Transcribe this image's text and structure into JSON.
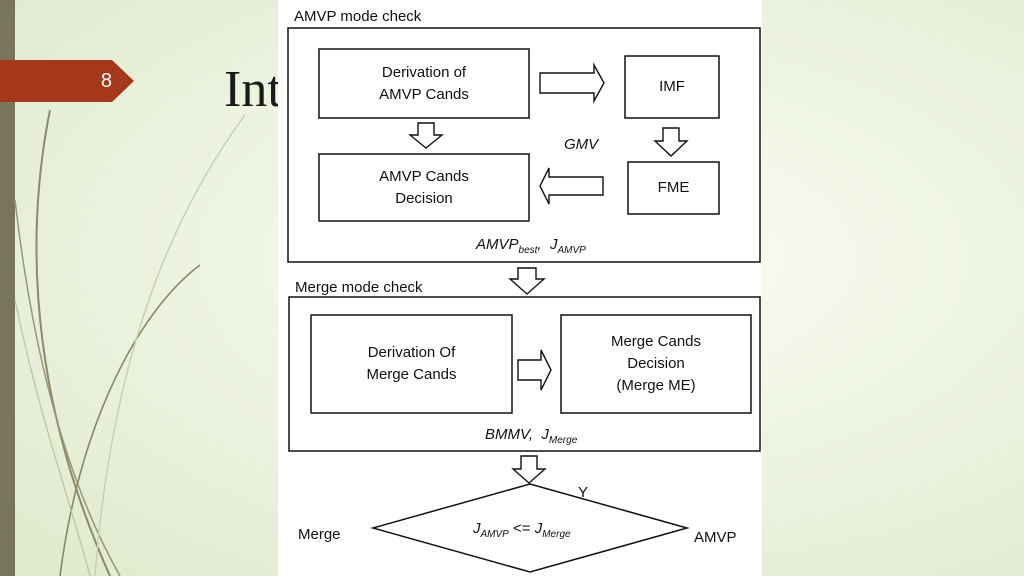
{
  "slide": {
    "page_number": "8",
    "title_fragment": "Int"
  },
  "diagram": {
    "amvp_section_title": "AMVP mode check",
    "derivation_amvp": [
      "Derivation of",
      "AMVP Cands"
    ],
    "imf": "IMF",
    "gmv": "GMV",
    "fme": "FME",
    "amvp_decision": [
      "AMVP Cands",
      "Decision"
    ],
    "amvp_result": {
      "main1": "AMVP",
      "sub1": "best",
      "sep": ",",
      "main2": "J",
      "sub2": "AMVP"
    },
    "merge_section_title": "Merge mode check",
    "derivation_merge": [
      "Derivation Of",
      "Merge Cands"
    ],
    "merge_decision": [
      "Merge Cands",
      "Decision",
      "(Merge ME)"
    ],
    "merge_result": {
      "main1": "BMMV,",
      "main2": "J",
      "sub2": "Merge"
    },
    "decision": {
      "left": "J",
      "left_sub": "AMVP",
      "op": "<=",
      "right": "J",
      "right_sub": "Merge"
    },
    "y_label": "Y",
    "merge_out": "Merge",
    "amvp_out": "AMVP"
  }
}
